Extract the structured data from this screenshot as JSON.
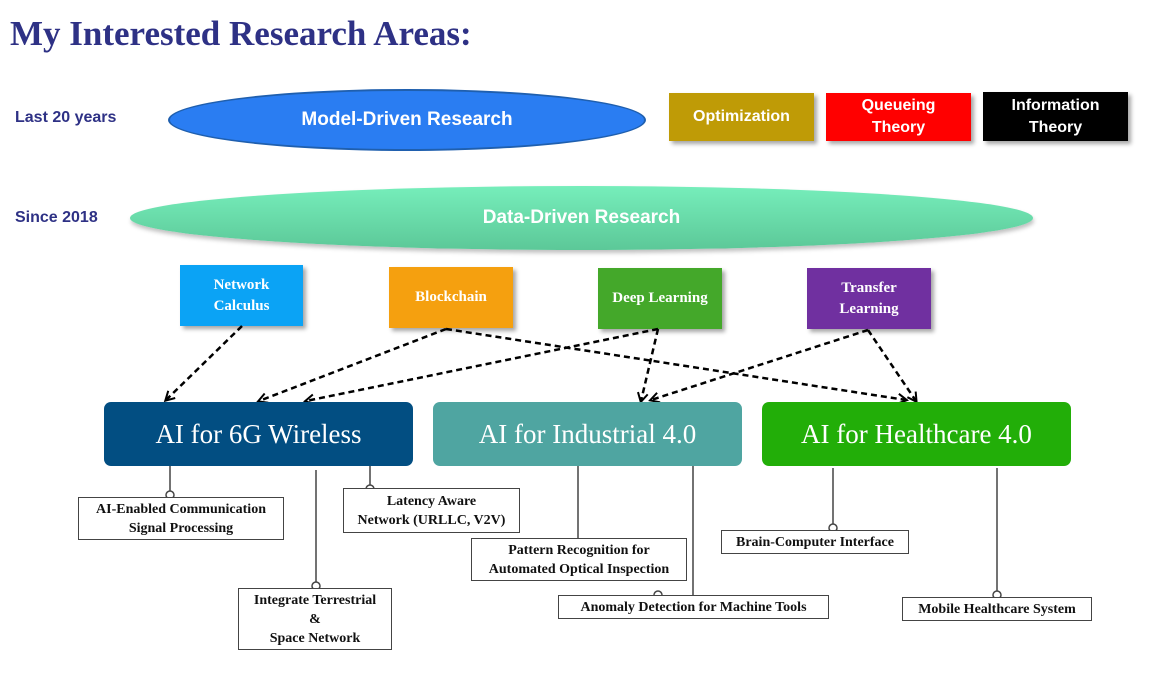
{
  "title": "My Interested Research Areas:",
  "eras": {
    "past": {
      "label": "Last 20 years",
      "paradigm": "Model-Driven Research"
    },
    "current": {
      "label": "Since 2018",
      "paradigm": "Data-Driven Research"
    }
  },
  "theories": [
    {
      "label": "Optimization",
      "color": "#bf9b06"
    },
    {
      "label": "Queueing Theory",
      "color": "#ff0000"
    },
    {
      "label": "Information Theory",
      "color": "#000000"
    }
  ],
  "techniques": [
    {
      "id": "network-calculus",
      "label": "Network Calculus",
      "color": "#0ba3f5"
    },
    {
      "id": "blockchain",
      "label": "Blockchain",
      "color": "#f5a00f"
    },
    {
      "id": "deep-learning",
      "label": "Deep Learning",
      "color": "#44a82a"
    },
    {
      "id": "transfer-learning",
      "label": "Transfer Learning",
      "color": "#7030a0"
    }
  ],
  "domains": [
    {
      "id": "6g",
      "label": "AI for 6G Wireless",
      "color": "#024e82"
    },
    {
      "id": "industrial",
      "label": "AI for Industrial 4.0",
      "color": "#4fa5a1"
    },
    {
      "id": "healthcare",
      "label": "AI for Healthcare 4.0",
      "color": "#22ae08"
    }
  ],
  "links": [
    {
      "from": "network-calculus",
      "to": "6g"
    },
    {
      "from": "blockchain",
      "to": "6g"
    },
    {
      "from": "blockchain",
      "to": "healthcare"
    },
    {
      "from": "deep-learning",
      "to": "6g"
    },
    {
      "from": "deep-learning",
      "to": "industrial"
    },
    {
      "from": "transfer-learning",
      "to": "industrial"
    },
    {
      "from": "transfer-learning",
      "to": "healthcare"
    }
  ],
  "applications": {
    "6g": [
      "AI-Enabled Communication Signal Processing",
      "Latency Aware Network (URLLC, V2V)",
      "Integrate Terrestrial & Space Network"
    ],
    "industrial": [
      "Pattern Recognition for Automated Optical Inspection",
      "Anomaly Detection for Machine Tools"
    ],
    "healthcare": [
      "Brain-Computer Interface",
      "Mobile Healthcare System"
    ]
  },
  "leaf_lines": {
    "ai_comm": [
      "AI-Enabled Communication",
      "Signal Processing"
    ],
    "latency": [
      "Latency Aware",
      "Network (URLLC, V2V)"
    ],
    "integrate": [
      "Integrate Terrestrial",
      "&",
      "Space Network"
    ],
    "pattern": [
      "Pattern Recognition for",
      "Automated Optical Inspection"
    ],
    "anomaly": [
      "Anomaly Detection for Machine Tools"
    ],
    "bci": [
      "Brain-Computer Interface"
    ],
    "mobile": [
      "Mobile Healthcare System"
    ]
  },
  "theory_lines": {
    "optimization": [
      "Optimization"
    ],
    "queueing": [
      "Queueing",
      "Theory"
    ],
    "information": [
      "Information",
      "Theory"
    ]
  },
  "tech_lines": {
    "network_calculus": [
      "Network",
      "Calculus"
    ],
    "blockchain": [
      "Blockchain"
    ],
    "deep_learning": [
      "Deep Learning"
    ],
    "transfer_learning": [
      "Transfer",
      "Learning"
    ]
  }
}
